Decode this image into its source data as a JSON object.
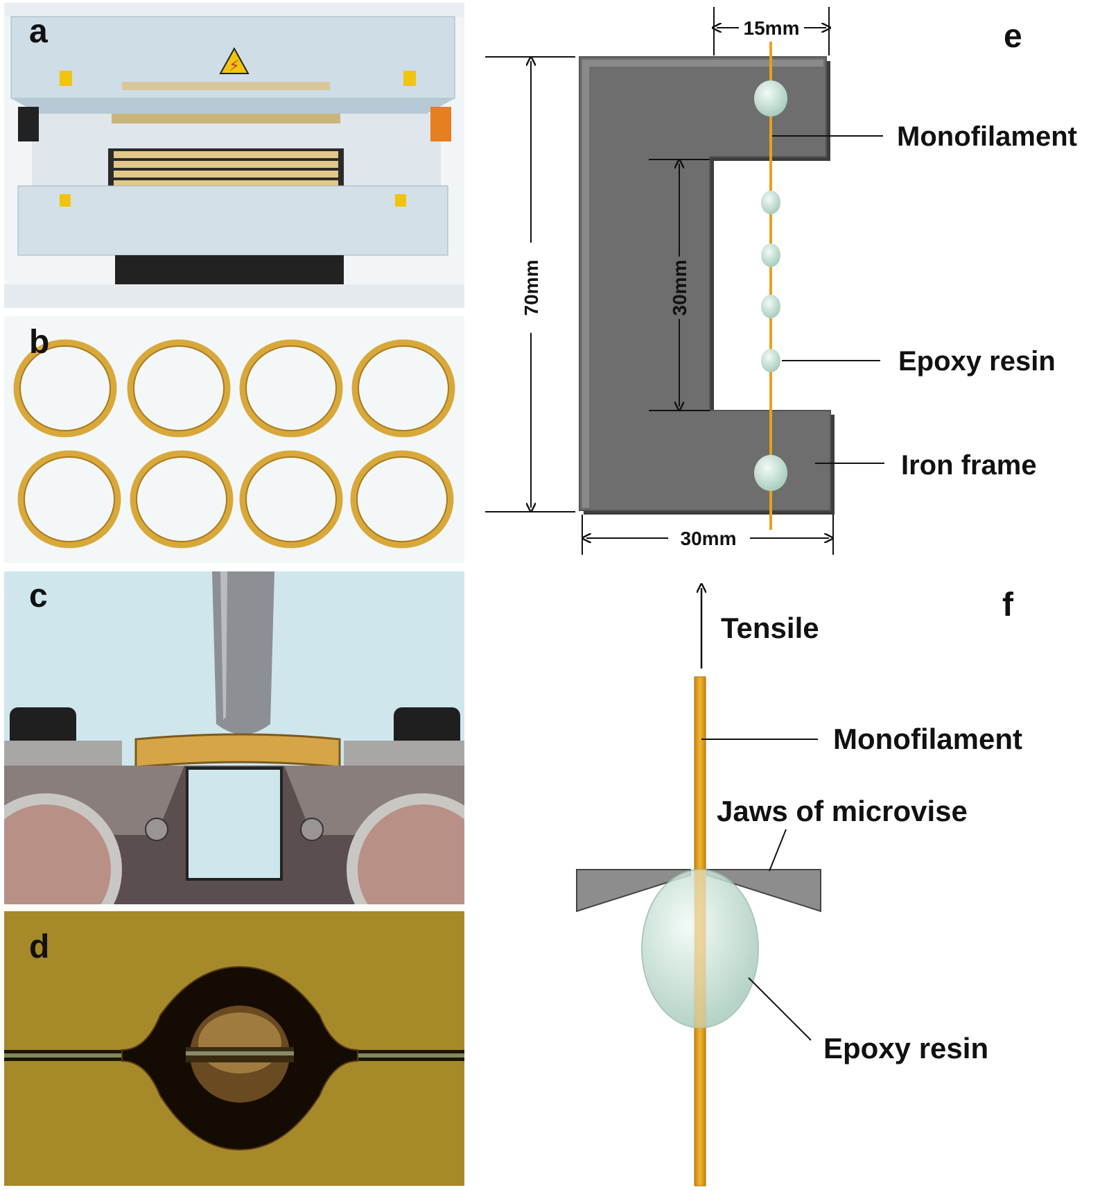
{
  "panels": {
    "a": {
      "label": "a"
    },
    "b": {
      "label": "b"
    },
    "c": {
      "label": "c"
    },
    "d": {
      "label": "d"
    },
    "e": {
      "label": "e",
      "dim_top": "15mm",
      "dim_height": "70mm",
      "dim_inner": "30mm",
      "dim_bottom": "30mm",
      "label_monofilament": "Monofilament",
      "label_epoxy": "Epoxy resin",
      "label_frame": "Iron frame"
    },
    "f": {
      "label": "f",
      "label_tensile": "Tensile",
      "label_monofilament": "Monofilament",
      "label_jaws": "Jaws of microvise",
      "label_epoxy": "Epoxy resin"
    }
  },
  "colors": {
    "frame": "#6e6e6e",
    "fiber": "#e6a21c",
    "resin": "#cfe6dc",
    "microscope_bg": "#a68a2a"
  }
}
